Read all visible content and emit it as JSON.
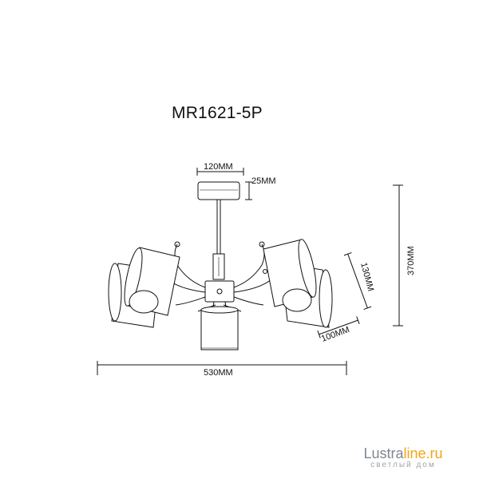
{
  "model": "MR1621-5P",
  "dimensions": {
    "canopy_diameter": "120MM",
    "canopy_height": "25MM",
    "total_height": "370MM",
    "shade_length": "130MM",
    "shade_diameter": "100MM",
    "total_width": "530MM"
  },
  "watermark": {
    "brand_main": "Lustra",
    "brand_accent": "line.ru",
    "tagline": "светлый дом"
  },
  "colors": {
    "ink": "#111111",
    "watermark_gray": "#7d8792",
    "watermark_orange": "#f2a516"
  }
}
